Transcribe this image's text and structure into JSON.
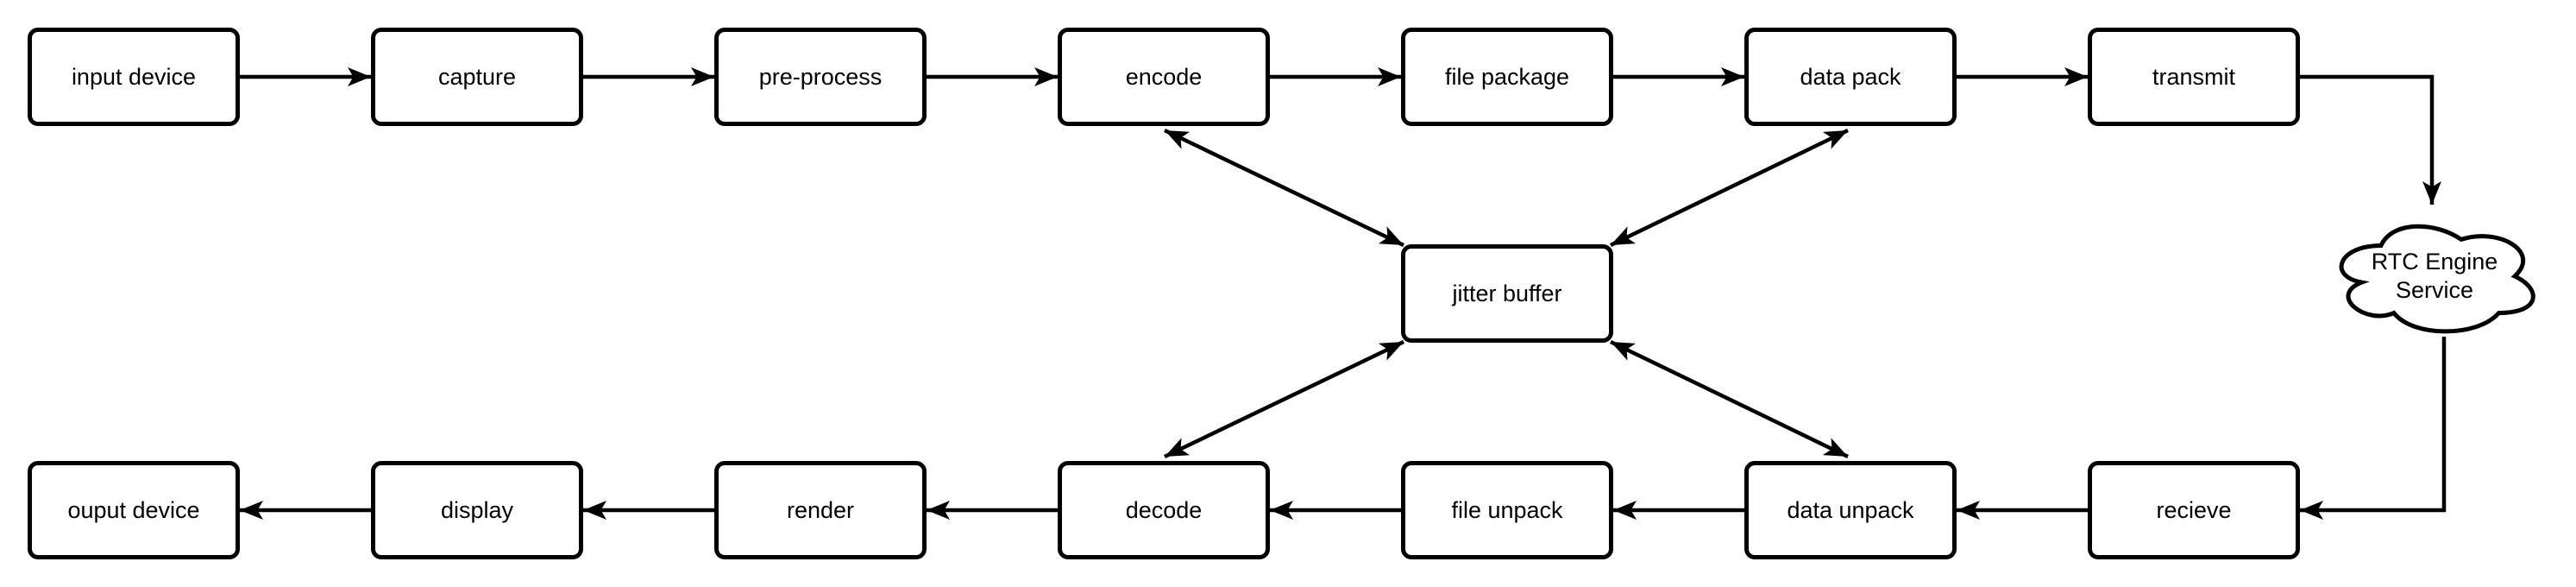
{
  "colors": {
    "background": "#ffffff",
    "stroke": "#000000",
    "node_fill": "#ffffff",
    "text": "#000000"
  },
  "nodes": {
    "top_row": [
      {
        "id": "input-device",
        "label": "input device"
      },
      {
        "id": "capture",
        "label": "capture"
      },
      {
        "id": "pre-process",
        "label": "pre-process"
      },
      {
        "id": "encode",
        "label": "encode"
      },
      {
        "id": "file-package",
        "label": "file package"
      },
      {
        "id": "data-pack",
        "label": "data pack"
      },
      {
        "id": "transmit",
        "label": "transmit"
      }
    ],
    "middle": [
      {
        "id": "jitter-buffer",
        "label": "jitter buffer"
      }
    ],
    "cloud": {
      "id": "rtc-engine-service",
      "label_lines": [
        "RTC Engine",
        "Service"
      ]
    },
    "bottom_row": [
      {
        "id": "ouput-device",
        "label": "ouput device"
      },
      {
        "id": "display",
        "label": "display"
      },
      {
        "id": "render",
        "label": "render"
      },
      {
        "id": "decode",
        "label": "decode"
      },
      {
        "id": "file-unpack",
        "label": "file unpack"
      },
      {
        "id": "data-unpack",
        "label": "data unpack"
      },
      {
        "id": "recieve",
        "label": "recieve"
      }
    ]
  },
  "edges": [
    {
      "from": "input device",
      "to": "capture",
      "style": "arrow-right"
    },
    {
      "from": "capture",
      "to": "pre-process",
      "style": "arrow-right"
    },
    {
      "from": "pre-process",
      "to": "encode",
      "style": "arrow-right"
    },
    {
      "from": "encode",
      "to": "file package",
      "style": "arrow-right"
    },
    {
      "from": "file package",
      "to": "data pack",
      "style": "arrow-right"
    },
    {
      "from": "data pack",
      "to": "transmit",
      "style": "arrow-right"
    },
    {
      "from": "transmit",
      "to": "RTC Engine Service",
      "style": "elbow-down-arrow"
    },
    {
      "from": "RTC Engine Service",
      "to": "recieve",
      "style": "elbow-left-arrow"
    },
    {
      "from": "recieve",
      "to": "data unpack",
      "style": "arrow-left"
    },
    {
      "from": "data unpack",
      "to": "file unpack",
      "style": "arrow-left"
    },
    {
      "from": "file unpack",
      "to": "decode",
      "style": "arrow-left"
    },
    {
      "from": "decode",
      "to": "render",
      "style": "arrow-left"
    },
    {
      "from": "render",
      "to": "display",
      "style": "arrow-left"
    },
    {
      "from": "display",
      "to": "ouput device",
      "style": "arrow-left"
    },
    {
      "from": "encode",
      "to": "jitter buffer",
      "style": "bidirectional-diagonal"
    },
    {
      "from": "data pack",
      "to": "jitter buffer",
      "style": "bidirectional-diagonal"
    },
    {
      "from": "decode",
      "to": "jitter buffer",
      "style": "bidirectional-diagonal"
    },
    {
      "from": "data unpack",
      "to": "jitter buffer",
      "style": "bidirectional-diagonal"
    }
  ]
}
